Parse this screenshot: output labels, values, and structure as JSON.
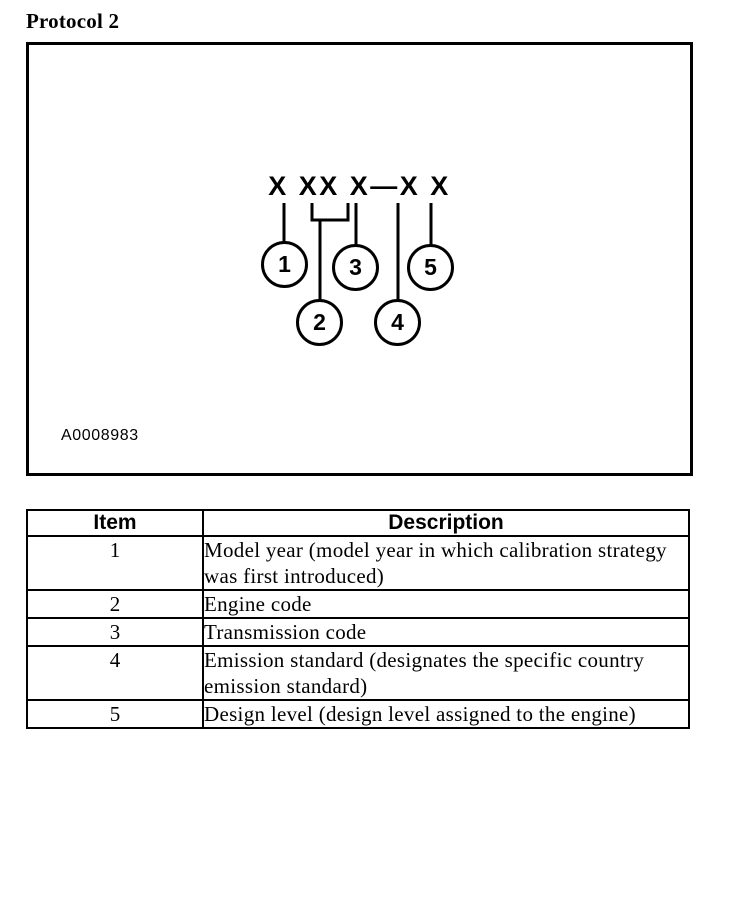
{
  "page": {
    "title": "Protocol 2"
  },
  "illustration": {
    "code_string": "X XX X—X X",
    "figure_reference": "A0008983",
    "callouts": [
      {
        "number": "1",
        "points_to": "first-x"
      },
      {
        "number": "2",
        "points_to": "second-third-x-bracket"
      },
      {
        "number": "3",
        "points_to": "fourth-x"
      },
      {
        "number": "4",
        "points_to": "fifth-x"
      },
      {
        "number": "5",
        "points_to": "sixth-x"
      }
    ]
  },
  "legend": {
    "headers": {
      "item": "Item",
      "description": "Description"
    },
    "rows": [
      {
        "item": "1",
        "description": "Model year (model year in which calibration strategy was first introduced)"
      },
      {
        "item": "2",
        "description": "Engine code"
      },
      {
        "item": "3",
        "description": "Transmission code"
      },
      {
        "item": "4",
        "description": "Emission standard (designates the specific country emission standard)"
      },
      {
        "item": "5",
        "description": "Design level (design level assigned to the engine)"
      }
    ]
  },
  "colors": {
    "ink": "#000000",
    "paper": "#ffffff"
  }
}
